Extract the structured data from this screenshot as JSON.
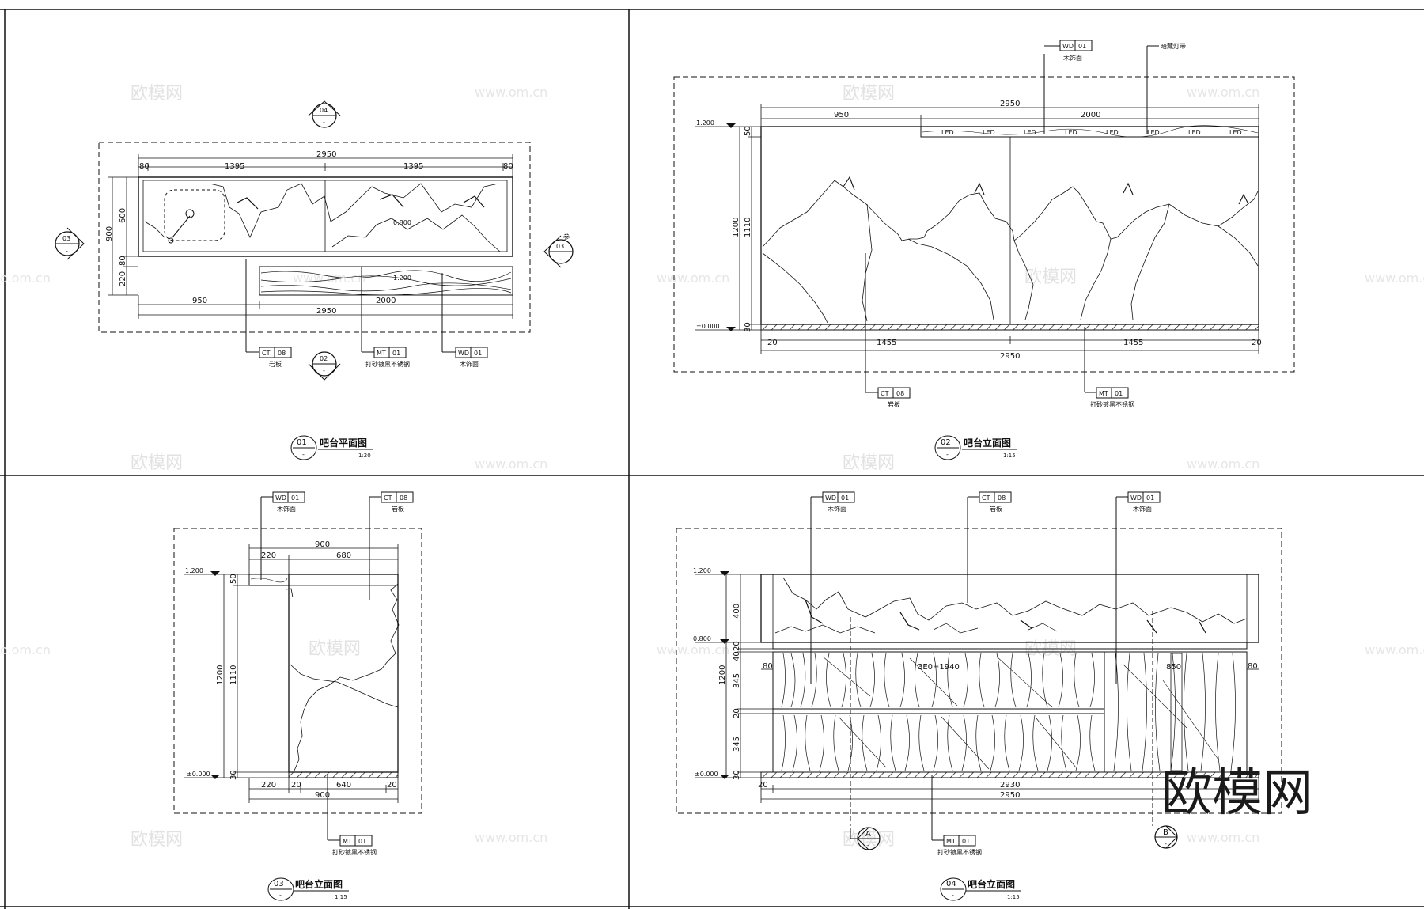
{
  "watermark": {
    "brand": "欧模网",
    "url": "www.om.cn",
    "url_left": "o.om.cn"
  },
  "brand_logo": "欧模网",
  "views": [
    {
      "id": "view-01",
      "number": "01",
      "sub": "-",
      "title": "吧台平面图",
      "scale": "1:20",
      "dims": {
        "overall_top": "2950",
        "left80": "80",
        "right80": "80",
        "half1": "1395",
        "half2": "1395",
        "v900": "900",
        "v600": "600",
        "v80": "80",
        "v220": "220",
        "b950": "950",
        "b2000": "2000",
        "b2950": "2950",
        "lvl1": "0.800",
        "lvl2": "1.200"
      },
      "tags": [
        {
          "code": "CT",
          "num": "08",
          "note": "岩板"
        },
        {
          "code": "MT",
          "num": "01",
          "note": "打砂镀黑不锈钢"
        },
        {
          "code": "WD",
          "num": "01",
          "note": "木饰面"
        }
      ],
      "markers": [
        {
          "id": "04",
          "sub": "-"
        },
        {
          "id": "03",
          "sub": "-"
        },
        {
          "id": "03",
          "sub": "-"
        },
        {
          "id": "02",
          "sub": "-"
        }
      ],
      "marker_note": "参"
    },
    {
      "id": "view-02",
      "number": "02",
      "sub": "-",
      "title": "吧台立面图",
      "scale": "1:15",
      "dims": {
        "top2950": "2950",
        "t950": "950",
        "t2000": "2000",
        "lvl_top": "1.200",
        "lvl_bot": "±0.000",
        "v50": "50",
        "v1200": "1200",
        "v1110": "1110",
        "v30": "30",
        "b20l": "20",
        "b1455a": "1455",
        "b1455b": "1455",
        "b20r": "20",
        "b2950": "2950"
      },
      "led": [
        "LED",
        "LED",
        "LED",
        "LED",
        "LED",
        "LED",
        "LED",
        "LED"
      ],
      "tags": [
        {
          "code": "WD",
          "num": "01",
          "note": "木饰面"
        },
        {
          "code": "CT",
          "num": "08",
          "note": "岩板"
        },
        {
          "code": "MT",
          "num": "01",
          "note": "打砂镀黑不锈钢"
        }
      ],
      "extra_note": "暗藏灯带"
    },
    {
      "id": "view-03",
      "number": "03",
      "sub": "-",
      "title": "吧台立面图",
      "scale": "1:15",
      "dims": {
        "top900": "900",
        "t220": "220",
        "t680": "680",
        "lvl_top": "1.200",
        "lvl_bot": "±0.000",
        "v50": "50",
        "v1200": "1200",
        "v1110": "1110",
        "v30": "30",
        "b220": "220",
        "b20": "20",
        "b640": "640",
        "b20r": "20",
        "b900": "900"
      },
      "tags": [
        {
          "code": "WD",
          "num": "01",
          "note": "木饰面"
        },
        {
          "code": "CT",
          "num": "08",
          "note": "岩板"
        },
        {
          "code": "MT",
          "num": "01",
          "note": "打砂镀黑不锈钢"
        }
      ]
    },
    {
      "id": "view-04",
      "number": "04",
      "sub": "-",
      "title": "吧台立面图",
      "scale": "1:15",
      "dims": {
        "lvl_top": "1.200",
        "lvl_mid": "0.800",
        "lvl_bot": "±0.000",
        "v400": "400",
        "v20a": "20",
        "v40": "40",
        "v345a": "345",
        "v20b": "20",
        "v345b": "345",
        "v30": "30",
        "v1200": "1200",
        "l80": "80",
        "r80": "80",
        "mid": "3E0=1940",
        "mid2": "850",
        "b20": "20",
        "b2930": "2930",
        "b2950": "2950"
      },
      "tags": [
        {
          "code": "WD",
          "num": "01",
          "note": "木饰面"
        },
        {
          "code": "CT",
          "num": "08",
          "note": "岩板"
        },
        {
          "code": "WD",
          "num": "01",
          "note": "木饰面"
        },
        {
          "code": "MT",
          "num": "01",
          "note": "打砂镀黑不锈钢"
        }
      ],
      "section_markers": [
        {
          "id": "A",
          "sub": "-"
        },
        {
          "id": "B",
          "sub": "-"
        }
      ]
    }
  ]
}
